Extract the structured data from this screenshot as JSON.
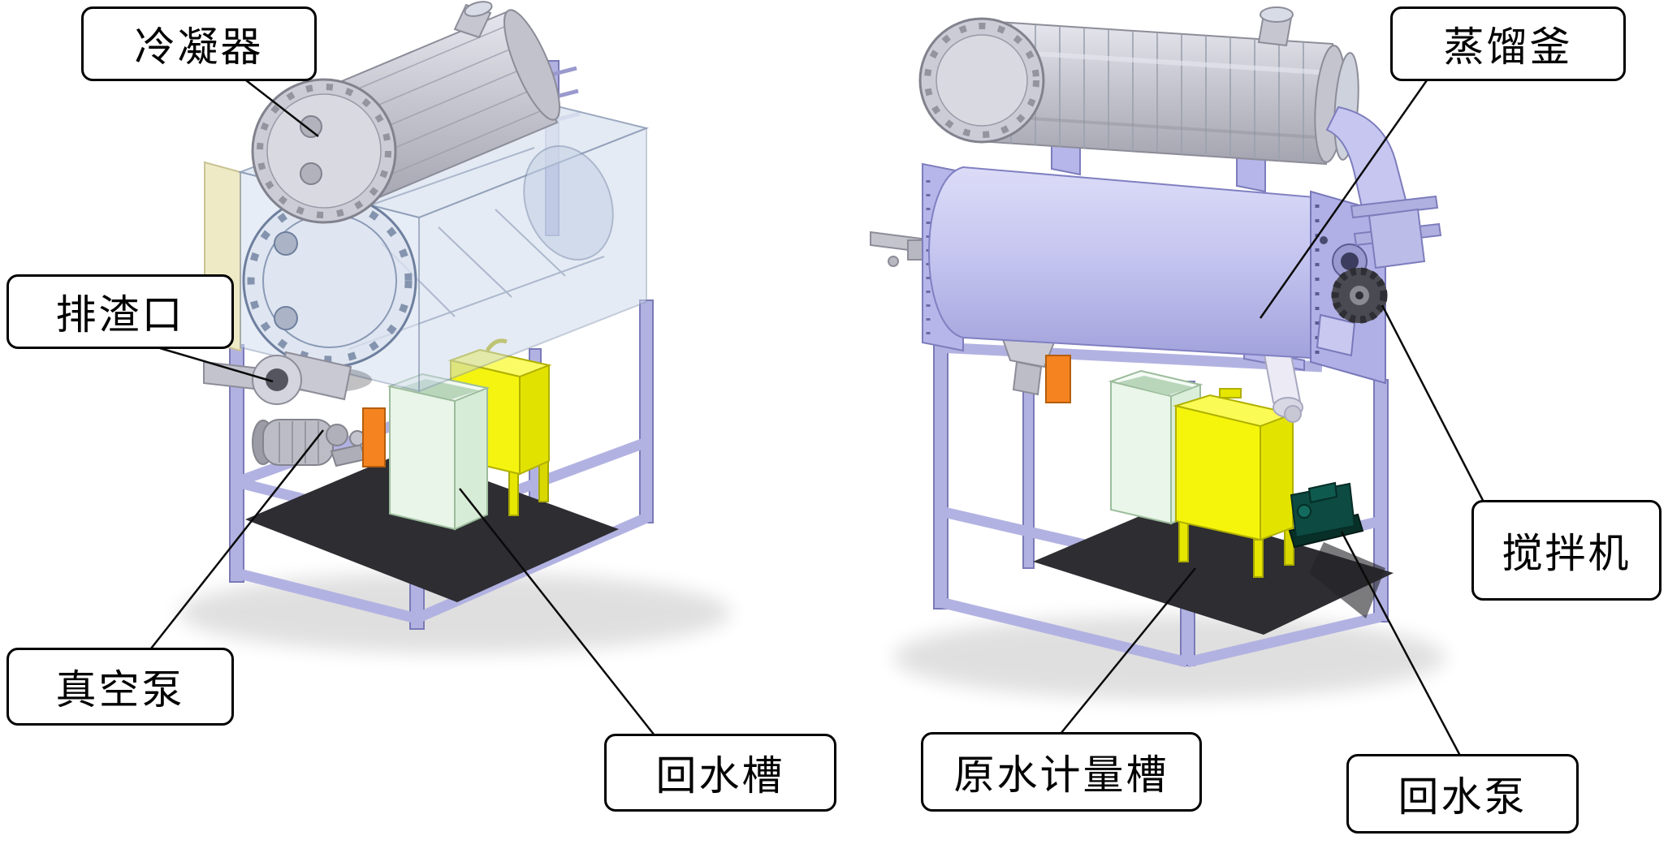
{
  "figure": {
    "type": "annotated-3d-assembly-diagram",
    "views": [
      "left-machine-front-left-view",
      "right-machine-rear-right-view"
    ],
    "callouts": {
      "condenser": "冷凝器",
      "slag_port": "排渣口",
      "vacuum_pump": "真空泵",
      "return_tank": "回水槽",
      "distillation_kettle": "蒸馏釜",
      "agitator": "搅拌机",
      "raw_water_metering_tank": "原水计量槽",
      "return_pump": "回水泵"
    },
    "colors": {
      "background": "#ffffff",
      "callout_border": "#000000",
      "frame_lavender": "#b2b2e2",
      "kettle_body": "#c3c3ef",
      "condenser_silver": "#c9c9d3",
      "tank_yellow": "#f4f410",
      "tank_pale_green": "#e8f5e8",
      "pump_teal": "#0d4a41",
      "accent_orange": "#f5831f",
      "insulation_cream": "#efeac6",
      "floor_dark": "#2d2d32"
    }
  }
}
